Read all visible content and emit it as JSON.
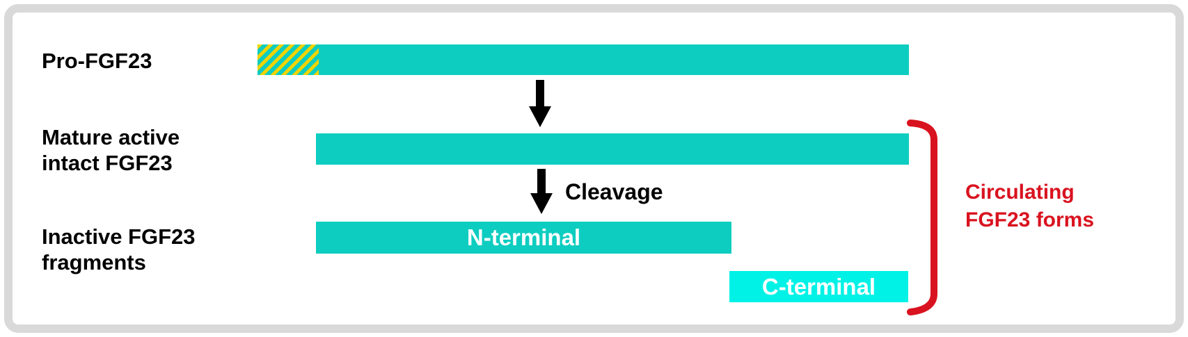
{
  "title": "FGF23 processing diagram",
  "labels": {
    "pro": "Pro-FGF23",
    "mature_line1": "Mature active",
    "mature_line2": "intact FGF23",
    "inactive_line1": "Inactive FGF23",
    "inactive_line2": "fragments"
  },
  "bars": {
    "n_terminal_label": "N-terminal",
    "c_terminal_label": "C-terminal"
  },
  "annotations": {
    "cleavage": "Cleavage",
    "circulating_line1": "Circulating",
    "circulating_line2": "FGF23 forms"
  },
  "icons": {
    "arrow_down_1": "down-arrow-icon",
    "arrow_down_2": "down-arrow-icon",
    "bracket_right": "right-bracket-icon"
  },
  "colors": {
    "teal": "#0DCDC0",
    "cyan": "#00F2E6",
    "hatch_yellow": "#EFD400",
    "red": "#D9121F",
    "border_gray": "#D9D9D9",
    "black": "#000000",
    "white": "#FFFFFF"
  }
}
